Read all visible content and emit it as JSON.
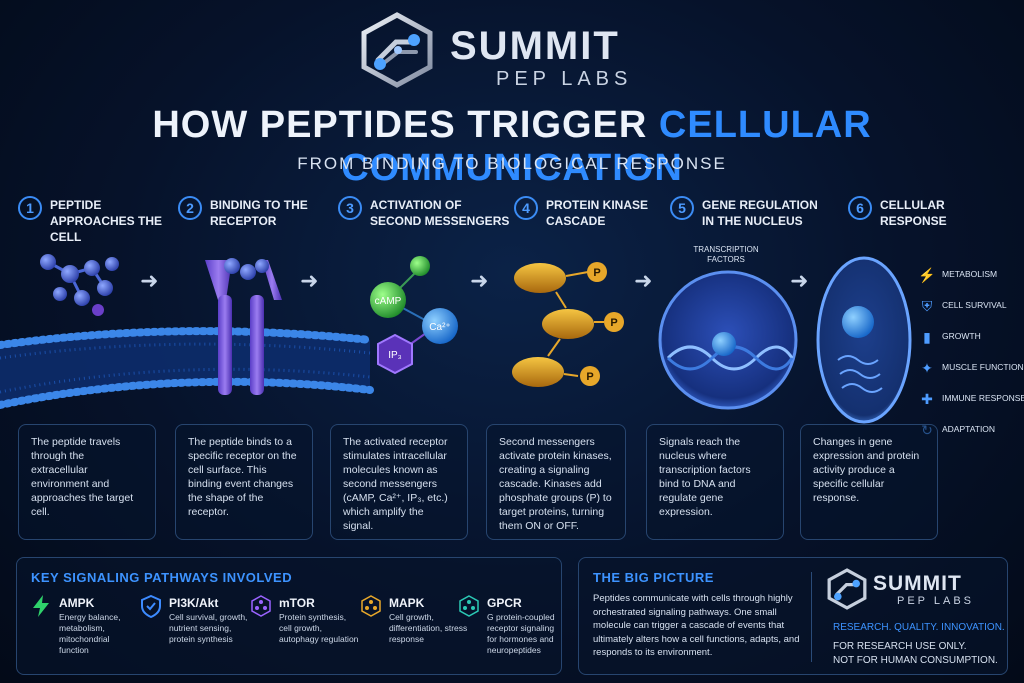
{
  "brand": {
    "name": "SUMMIT",
    "sub": "PEP LABS"
  },
  "title": {
    "main": "HOW PEPTIDES TRIGGER",
    "accent": "CELLULAR COMMUNICATION"
  },
  "subtitle": "FROM BINDING TO BIOLOGICAL RESPONSE",
  "steps": [
    {
      "num": "1",
      "title": "PEPTIDE APPROACHES THE CELL",
      "desc": "The peptide travels through the extracellular environment and approaches the target cell."
    },
    {
      "num": "2",
      "title": "BINDING TO THE RECEPTOR",
      "desc": "The peptide binds to a specific receptor on the cell surface. This binding event changes the shape of the receptor."
    },
    {
      "num": "3",
      "title": "ACTIVATION OF SECOND MESSENGERS",
      "desc": "The activated receptor stimulates intracellular molecules known as second messengers (cAMP, Ca²⁺, IP₃, etc.) which amplify the signal."
    },
    {
      "num": "4",
      "title": "PROTEIN KINASE CASCADE",
      "desc": "Second messengers activate protein kinases, creating a signaling cascade. Kinases add phosphate groups (P) to target proteins, turning them ON or OFF."
    },
    {
      "num": "5",
      "title": "GENE REGULATION IN THE NUCLEUS",
      "desc": "Signals reach the nucleus where transcription factors bind to DNA and regulate gene expression."
    },
    {
      "num": "6",
      "title": "CELLULAR RESPONSE",
      "desc": "Changes in gene expression and protein activity produce a specific cellular response."
    }
  ],
  "messengers": {
    "camp": "cAMP",
    "ca": "Ca²⁺",
    "ip3": "IP₃"
  },
  "phosphate": "P",
  "transcription_label": "TRANSCRIPTION FACTORS",
  "responses": [
    {
      "icon": "lightning-icon",
      "label": "METABOLISM"
    },
    {
      "icon": "shield-icon",
      "label": "CELL SURVIVAL"
    },
    {
      "icon": "bar-chart-icon",
      "label": "GROWTH"
    },
    {
      "icon": "running-figure-icon",
      "label": "MUSCLE FUNCTION"
    },
    {
      "icon": "shield-plus-icon",
      "label": "IMMUNE RESPONSE"
    },
    {
      "icon": "cycle-arrows-icon",
      "label": "ADAPTATION"
    }
  ],
  "pathways": {
    "title": "KEY SIGNALING PATHWAYS INVOLVED",
    "items": [
      {
        "icon": "lightning-icon",
        "color": "#2fd26b",
        "name": "AMPK",
        "desc": "Energy balance, metabolism, mitochondrial function"
      },
      {
        "icon": "shield-icon",
        "color": "#3d8bff",
        "name": "PI3K/Akt",
        "desc": "Cell survival, growth, nutrient sensing, protein synthesis"
      },
      {
        "icon": "molecule-icon",
        "color": "#9a63ff",
        "name": "mTOR",
        "desc": "Protein synthesis, cell growth, autophagy regulation"
      },
      {
        "icon": "molecule-icon",
        "color": "#e7a72a",
        "name": "MAPK",
        "desc": "Cell growth, differentiation, stress response"
      },
      {
        "icon": "molecule-icon",
        "color": "#2bc9b5",
        "name": "GPCR",
        "desc": "G protein-coupled receptor signaling for hormones and neuropeptides"
      }
    ]
  },
  "big_picture": {
    "title": "THE BIG PICTURE",
    "text": "Peptides communicate with cells through highly orchestrated signaling pathways. One small molecule can trigger a cascade of events that ultimately alters how a cell functions, adapts, and responds to its environment.",
    "tagline": "RESEARCH. QUALITY. INNOVATION.",
    "disclaimer_1": "FOR RESEARCH USE ONLY.",
    "disclaimer_2": "NOT FOR HUMAN CONSUMPTION."
  }
}
